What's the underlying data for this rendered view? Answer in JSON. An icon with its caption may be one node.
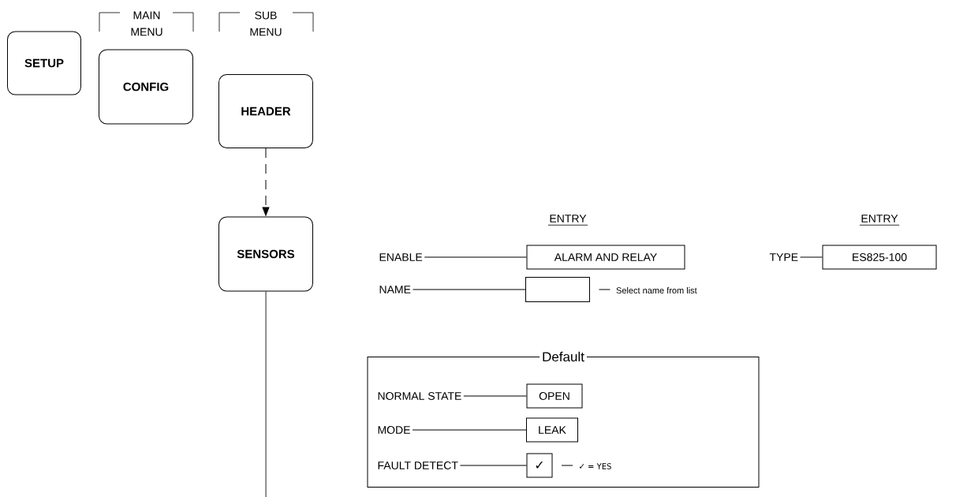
{
  "diagram": {
    "nodes": [
      {
        "text": [
          "SETUP"
        ]
      },
      {
        "text": [
          "CONFIG"
        ]
      },
      {
        "text": [
          "HEADER"
        ]
      },
      {
        "text": [
          "SENSORS"
        ]
      },
      {
        "text": [
          "ENABLE"
        ]
      },
      {
        "text": [
          "ALARM AND RELAY"
        ]
      },
      {
        "text": [
          "TYPE"
        ]
      },
      {
        "text": [
          "ES825-100"
        ]
      },
      {
        "text": [
          "NAME"
        ]
      },
      {
        "text": [],
        "shape": "box",
        "beside": [
          "Select name from list"
        ]
      },
      {
        "text": [
          "Default"
        ]
      },
      {
        "text": [
          "NORMAL STATE"
        ],
        "in": 10
      },
      {
        "text": [
          "OPEN"
        ],
        "in": 10
      },
      {
        "text": [
          "MODE"
        ],
        "in": 10
      },
      {
        "text": [
          "LEAK"
        ],
        "in": 10
      },
      {
        "text": [
          "FAULT DETECT"
        ],
        "in": 10
      },
      {
        "text": [
          "✓"
        ],
        "in": 10,
        "beside": [
          "✓ = YES"
        ]
      }
    ],
    "edges": [
      {
        "from": 2,
        "to": 3,
        "arrow": "to",
        "style": "dashed"
      },
      {
        "from": 3,
        "to": null,
        "arrow": "none"
      },
      {
        "from": 4,
        "to": 5,
        "arrow": "none"
      },
      {
        "from": 6,
        "to": 7,
        "arrow": "none"
      },
      {
        "from": 8,
        "to": 9,
        "arrow": "none"
      },
      {
        "from": 11,
        "to": 12,
        "arrow": "none"
      },
      {
        "from": 13,
        "to": 14,
        "arrow": "none"
      },
      {
        "from": 15,
        "to": 16,
        "arrow": "none"
      }
    ],
    "labels": [
      "MAIN MENU",
      "SUB MENU",
      "ENTRY",
      "ENTRY"
    ]
  }
}
